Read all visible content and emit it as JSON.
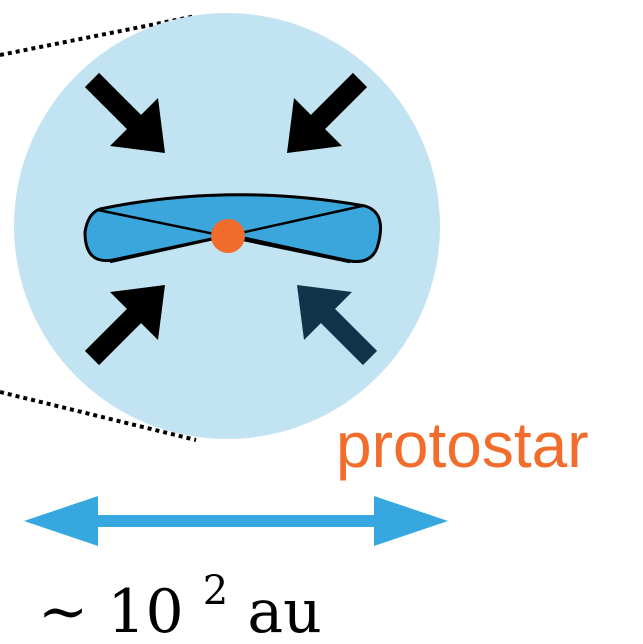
{
  "labels": {
    "protostar": "protostar",
    "scale_prefix": "~ 10",
    "scale_exponent": "2",
    "scale_unit": "au"
  },
  "colors": {
    "envelope": "#c2e4f2",
    "disk": "#3aa6dc",
    "protostar": "#f26c2c",
    "arrow": "#000000",
    "arrow_dark": "#12344a",
    "scale_arrow": "#36a8df",
    "label_protostar": "#f26c2c",
    "label_scale": "#000000"
  },
  "icons": {
    "infall_arrows": "arrow-icon",
    "scale_bar": "double-arrow-icon"
  }
}
